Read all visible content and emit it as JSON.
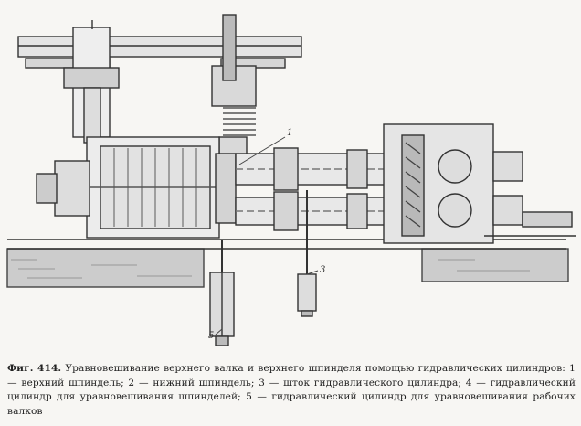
{
  "figure": {
    "callouts": [
      "1",
      "3",
      "5"
    ],
    "caption": {
      "figure_label": "Фиг. 414.",
      "text": "Уравновешивание верхнего валка и верхнего шпинделя помощью гидравлических цилиндров: 1 — верхний шпиндель; 2 — нижний шпиндель; 3 — шток гидравлического цилиндра; 4 — гидравлический цилиндр для уравновешивания шпинделей; 5 — гидравлический цилиндр для уравновешивания рабочих валков"
    }
  }
}
